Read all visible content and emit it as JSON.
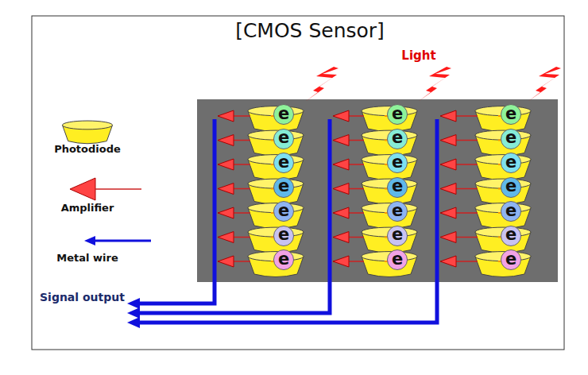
{
  "diagram": {
    "title": "[CMOS Sensor]",
    "nodes": [
      {
        "text": [
          "e"
        ]
      },
      {
        "text": [
          "e"
        ]
      },
      {
        "text": [
          "e"
        ]
      },
      {
        "text": [
          "e"
        ]
      },
      {
        "text": [
          "e"
        ]
      },
      {
        "text": [
          "e"
        ]
      },
      {
        "text": [
          "e"
        ]
      },
      {
        "text": [
          "e"
        ]
      },
      {
        "text": [
          "e"
        ]
      },
      {
        "text": [
          "e"
        ]
      },
      {
        "text": [
          "e"
        ]
      },
      {
        "text": [
          "e"
        ]
      },
      {
        "text": [
          "e"
        ]
      },
      {
        "text": [
          "e"
        ]
      },
      {
        "text": [
          "e"
        ]
      },
      {
        "text": [
          "e"
        ]
      },
      {
        "text": [
          "e"
        ]
      },
      {
        "text": [
          "e"
        ]
      },
      {
        "text": [
          "e"
        ]
      },
      {
        "text": [
          "e"
        ]
      },
      {
        "text": [
          "e"
        ]
      }
    ],
    "labels": [
      "Light",
      "Signal output"
    ],
    "legend": [
      {
        "text": "Photodiode"
      },
      {
        "text": "Amplifier"
      },
      {
        "text": "Metal wire"
      }
    ]
  }
}
